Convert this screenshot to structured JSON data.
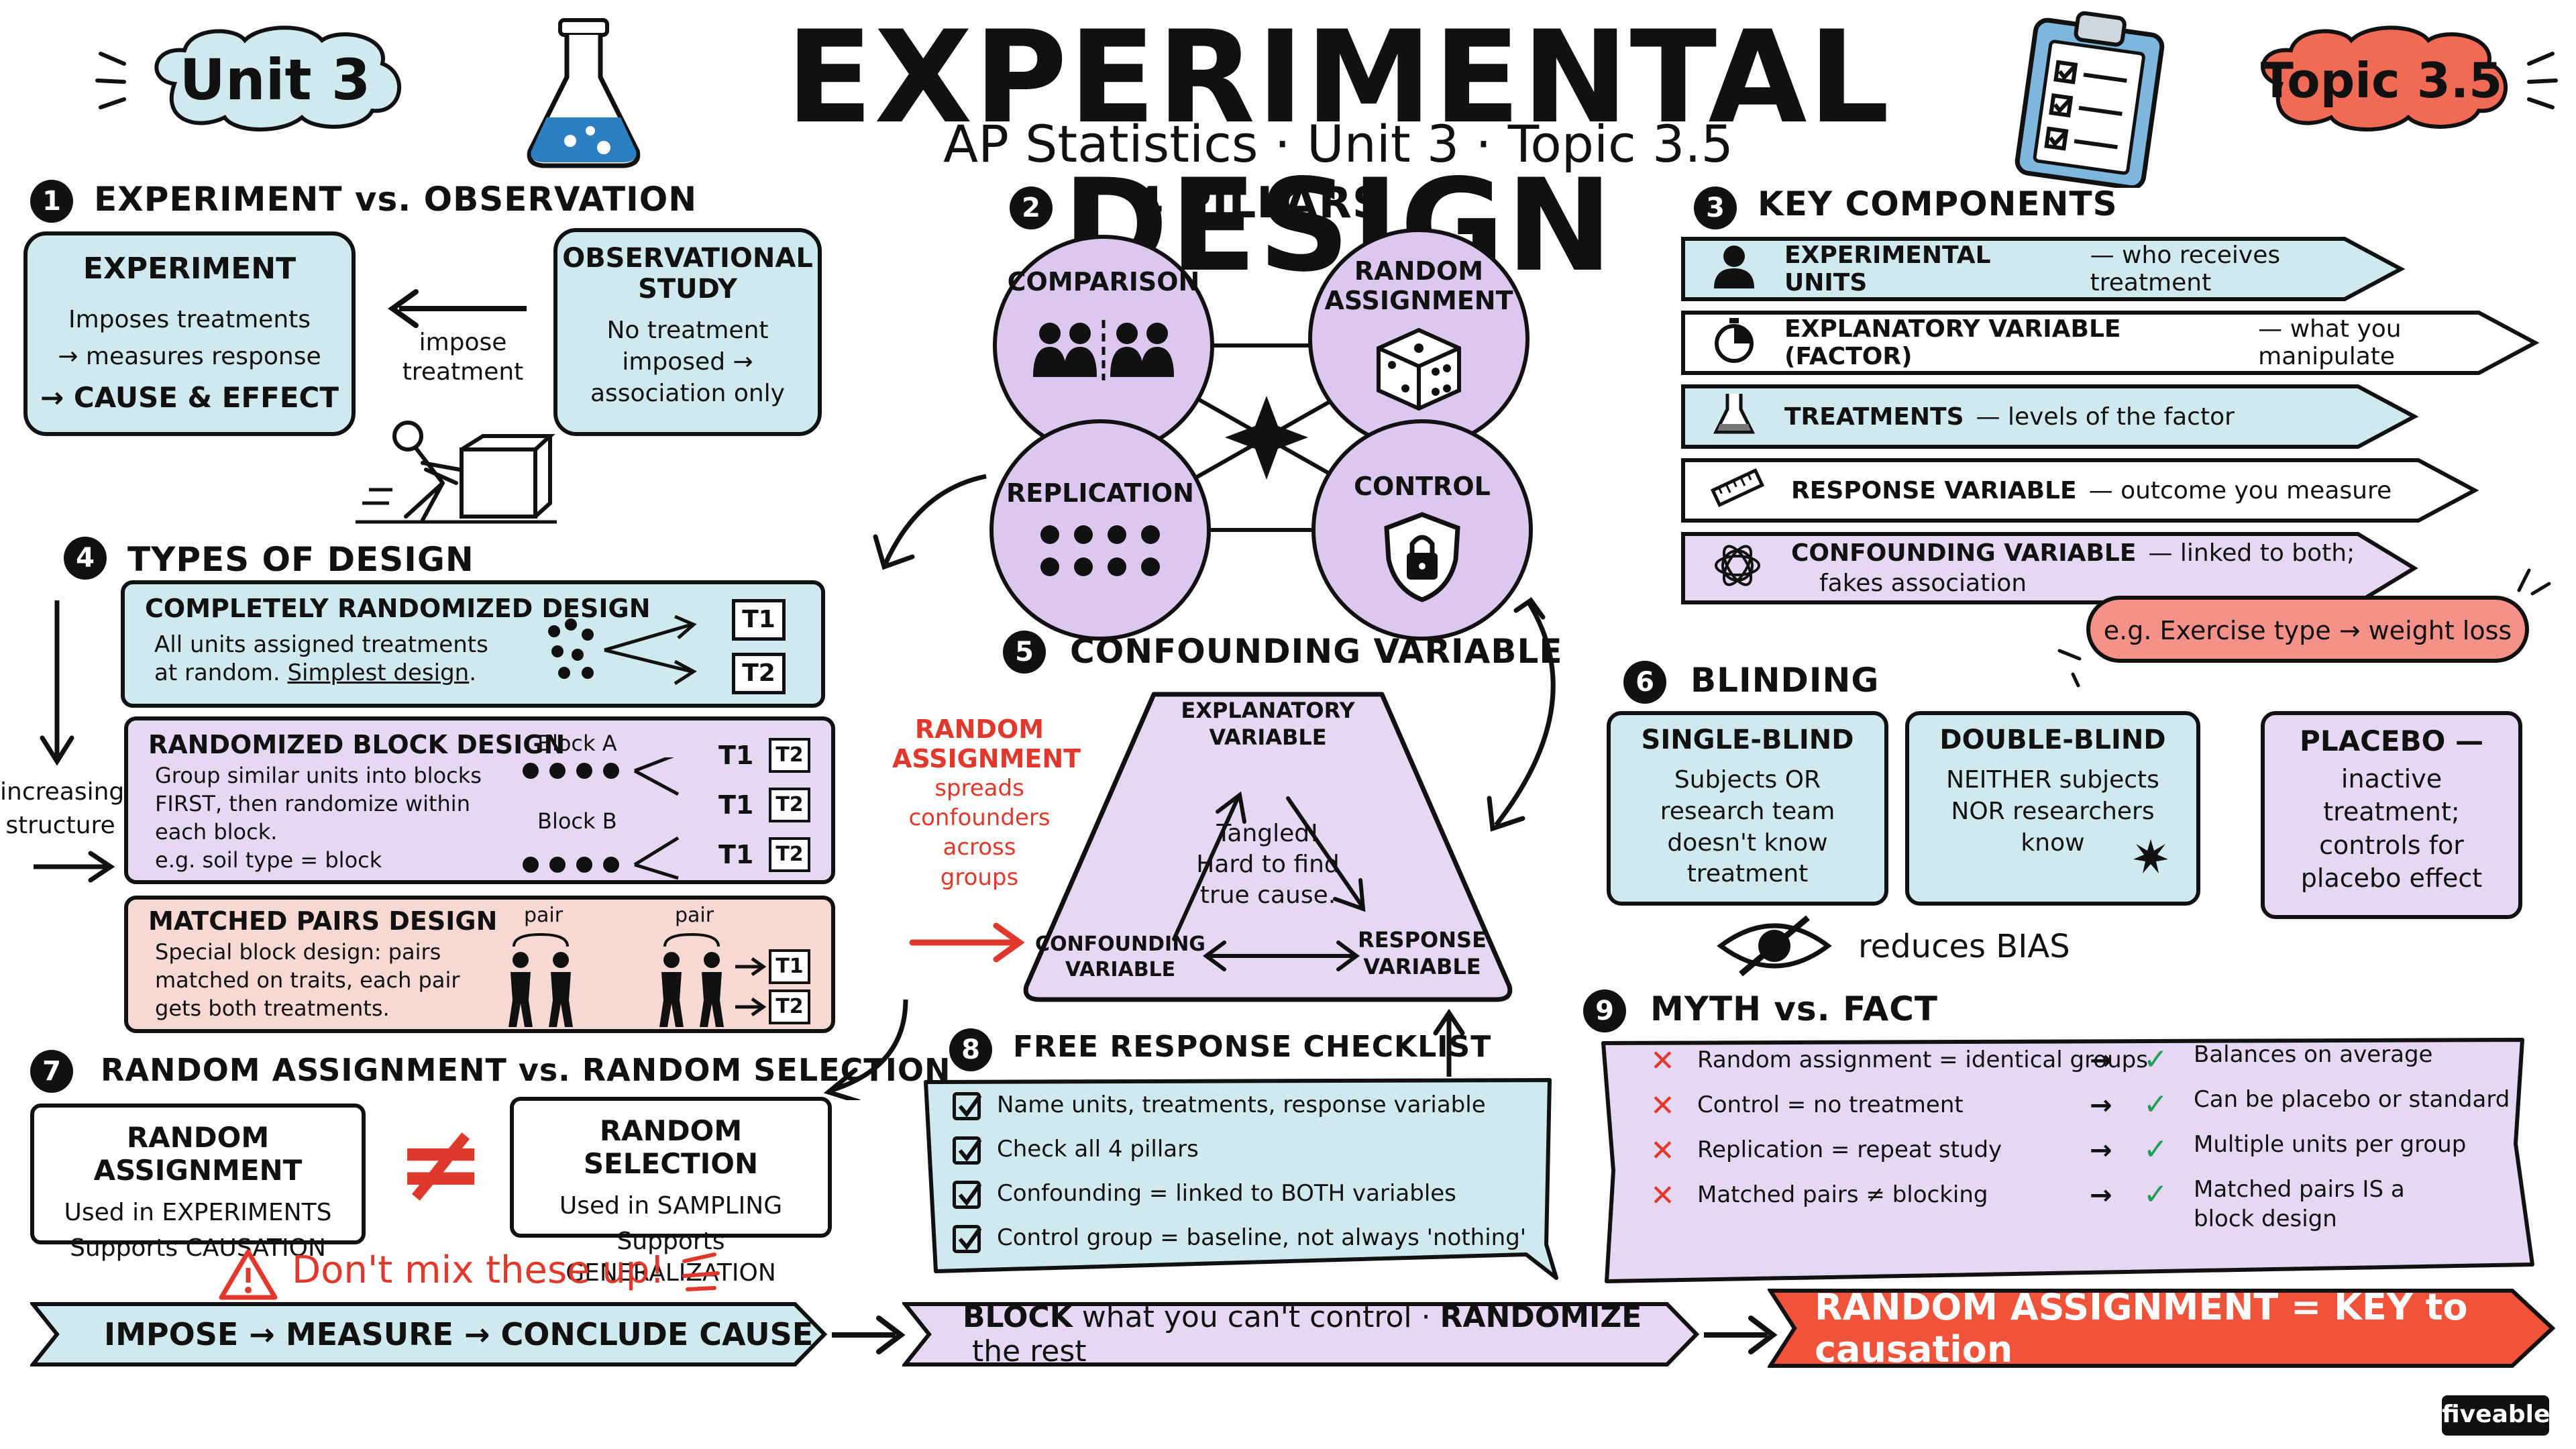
{
  "header": {
    "title": "EXPERIMENTAL DESIGN",
    "subtitle": "AP Statistics · Unit 3 · Topic 3.5",
    "unit_badge": "Unit 3",
    "topic_badge": "Topic 3.5"
  },
  "icons": [
    "flask-icon",
    "clipboard-icon",
    "people-icon",
    "dice-icon",
    "shield-lock-icon",
    "person-icon",
    "stopwatch-icon",
    "beaker-icon",
    "ruler-icon",
    "tangle-icon",
    "eye-slash-icon",
    "warning-icon",
    "stick-figure-pushing-box"
  ],
  "colors": {
    "mint": "#cfe9ee",
    "lavender": "#e6d8f3",
    "pink": "#f6d9d2",
    "red": "#f0523a",
    "dark": "#111111"
  },
  "s1": {
    "num": "1",
    "title": "EXPERIMENT vs. OBSERVATION",
    "experiment": {
      "title": "EXPERIMENT",
      "line1": "Imposes treatments",
      "line2": "→ measures response",
      "line3": "→ CAUSE & EFFECT"
    },
    "arrow_label1": "impose",
    "arrow_label2": "treatment",
    "obs": {
      "title1": "OBSERVATIONAL",
      "title2": "STUDY",
      "line1": "No treatment",
      "line2": "imposed →",
      "line3": "association only"
    }
  },
  "s2": {
    "num": "2",
    "title": "4 PILLARS",
    "comparison": "COMPARISON",
    "random1": "RANDOM",
    "random2": "ASSIGNMENT",
    "replication": "REPLICATION",
    "control": "CONTROL"
  },
  "s3": {
    "num": "3",
    "title": "KEY COMPONENTS",
    "items": [
      {
        "key": "EXPERIMENTAL UNITS",
        "desc": "— who receives treatment"
      },
      {
        "key": "EXPLANATORY VARIABLE (FACTOR)",
        "desc": "— what you manipulate"
      },
      {
        "key": "TREATMENTS",
        "desc": "— levels of the factor"
      },
      {
        "key": "RESPONSE VARIABLE",
        "desc": "— outcome you measure"
      },
      {
        "key": "CONFOUNDING VARIABLE",
        "desc": "— linked to both;",
        "desc2": "fakes association"
      }
    ],
    "example": "e.g. Exercise type → weight loss"
  },
  "s4": {
    "num": "4",
    "title": "TYPES OF DESIGN",
    "side1": "increasing",
    "side2": "structure",
    "crd": {
      "title": "COMPLETELY RANDOMIZED DESIGN",
      "line1": "All units assigned treatments",
      "line2a": "at random. ",
      "line2b": "Simplest design",
      "line2c": ".",
      "t1": "T1",
      "t2": "T2"
    },
    "rbd": {
      "title": "RANDOMIZED BLOCK DESIGN",
      "line1": "Group similar units into blocks",
      "line2": "FIRST, then randomize within",
      "line3": "each block.",
      "line4": "e.g. soil type = block",
      "block_a": "Block A",
      "block_b": "Block B",
      "t1": "T1",
      "t2": "T2"
    },
    "mpd": {
      "title": "MATCHED PAIRS DESIGN",
      "line1": "Special block design: pairs",
      "line2": "matched on traits, each pair",
      "line3": "gets both treatments.",
      "pair": "pair",
      "t1": "T1",
      "t2": "T2"
    }
  },
  "s5": {
    "num": "5",
    "title": "CONFOUNDING VARIABLE",
    "explanatory1": "EXPLANATORY",
    "explanatory2": "VARIABLE",
    "confounding1": "CONFOUNDING",
    "confounding2": "VARIABLE",
    "response1": "RESPONSE",
    "response2": "VARIABLE",
    "center1": "Tangled!",
    "center2": "Hard to find",
    "center3": "true cause.",
    "side_title1": "RANDOM",
    "side_title2": "ASSIGNMENT",
    "side_line1": "spreads",
    "side_line2": "confounders",
    "side_line3": "across",
    "side_line4": "groups"
  },
  "s6": {
    "num": "6",
    "title": "BLINDING",
    "single": {
      "title": "SINGLE-BLIND",
      "line1": "Subjects  OR",
      "line2": "research team",
      "line3": "doesn't know",
      "line4": "treatment"
    },
    "double": {
      "title": "DOUBLE-BLIND",
      "line1": "NEITHER subjects",
      "line2": "NOR researchers",
      "line3": "know"
    },
    "placebo": {
      "title": "PLACEBO —",
      "line1": "inactive",
      "line2": "treatment;",
      "line3": "controls for",
      "line4": "placebo effect"
    },
    "reduces": "reduces BIAS"
  },
  "s7": {
    "num": "7",
    "title": "RANDOM ASSIGNMENT vs. RANDOM SELECTION",
    "ra": {
      "title": "RANDOM ASSIGNMENT",
      "line1": "Used in EXPERIMENTS",
      "line2": "Supports CAUSATION"
    },
    "neq": "≠",
    "rs": {
      "title": "RANDOM SELECTION",
      "line1": "Used in SAMPLING",
      "line2": "Supports GENERALIZATION"
    },
    "warning": "Don't mix these up!"
  },
  "s8": {
    "num": "8",
    "title": "FREE RESPONSE CHECKLIST",
    "items": [
      "Name units, treatments, response variable",
      "Check all 4 pillars",
      "Confounding = linked to BOTH variables",
      "Control group = baseline, not always 'nothing'"
    ]
  },
  "s9": {
    "num": "9",
    "title": "MYTH vs. FACT",
    "x": "✕",
    "check": "✓",
    "arrow": "→",
    "rows": [
      {
        "myth": "Random assignment = identical groups",
        "fact": "Balances on average",
        "fact2": ""
      },
      {
        "myth": "Control = no treatment",
        "fact": "Can be placebo or standard",
        "fact2": ""
      },
      {
        "myth": "Replication = repeat study",
        "fact": "Multiple units per group",
        "fact2": ""
      },
      {
        "myth": "Matched pairs ≠ blocking",
        "fact": "Matched pairs IS a",
        "fact2": "block design"
      }
    ]
  },
  "footer": {
    "bar1": "IMPOSE → MEASURE → CONCLUDE CAUSE",
    "bar2_k1": "BLOCK",
    "bar2_t1": " what you can't control · ",
    "bar2_k2": "RANDOMIZE",
    "bar2_t2": " the rest",
    "bar3": "RANDOM ASSIGNMENT = KEY to causation",
    "brand": "fiveable"
  }
}
